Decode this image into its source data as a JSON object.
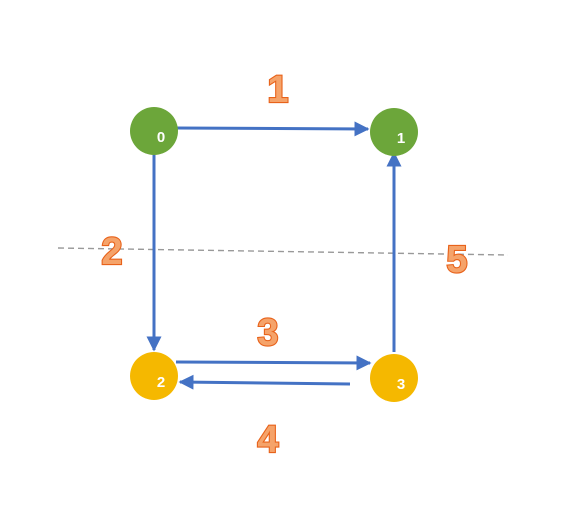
{
  "diagram": {
    "nodes": [
      {
        "id": "0",
        "label": "0",
        "color": "#6ca63a"
      },
      {
        "id": "1",
        "label": "1",
        "color": "#6ca63a"
      },
      {
        "id": "2",
        "label": "2",
        "color": "#f5b800"
      },
      {
        "id": "3",
        "label": "3",
        "color": "#f5b800"
      }
    ],
    "edges": [
      {
        "from": "0",
        "to": "1"
      },
      {
        "from": "0",
        "to": "2"
      },
      {
        "from": "2",
        "to": "3"
      },
      {
        "from": "3",
        "to": "2"
      },
      {
        "from": "3",
        "to": "1"
      }
    ],
    "labels": [
      "1",
      "2",
      "3",
      "4",
      "5"
    ],
    "colors": {
      "edge": "#4472c4",
      "divider": "#999999",
      "label_fill": "#f5a36a",
      "label_stroke": "#e8621a"
    }
  }
}
